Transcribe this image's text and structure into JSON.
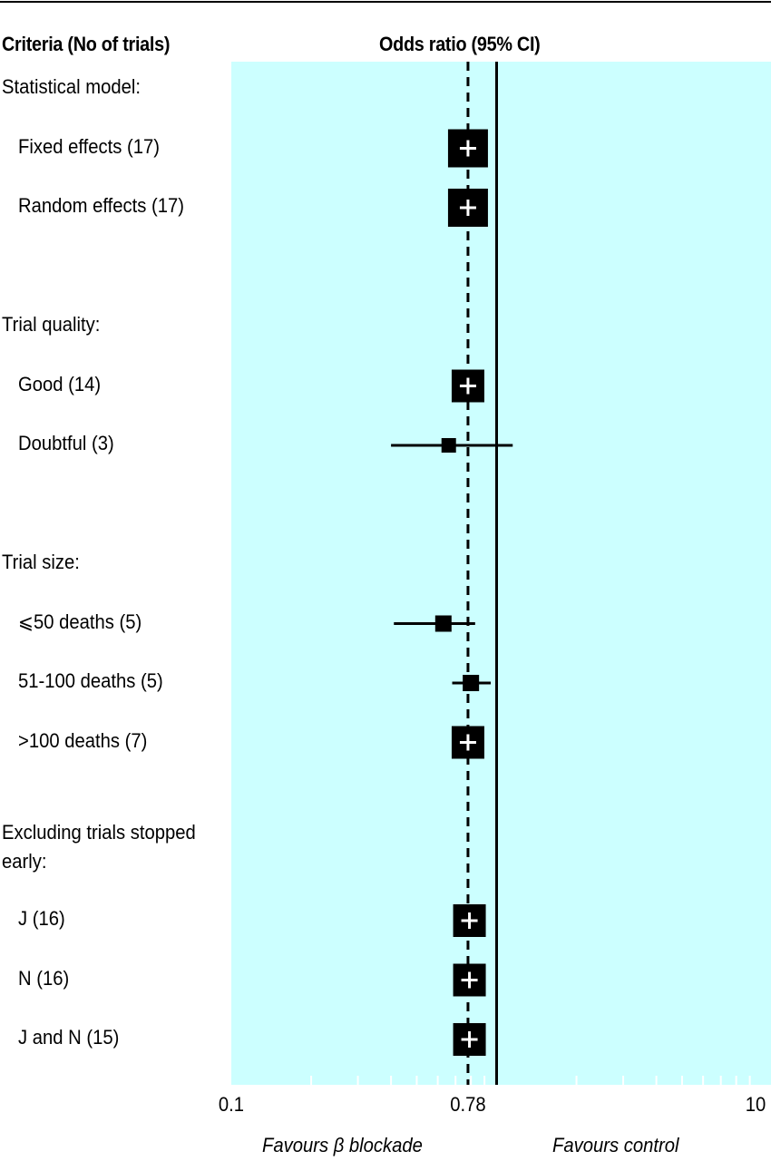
{
  "chart_data": {
    "type": "forest",
    "colors": {
      "panel_background": "#ccffff",
      "marker": "#000000",
      "pooled_cross": "#ffffff"
    },
    "left_column_header": "Criteria (No of trials)",
    "right_column_header": "Odds ratio (95% CI)",
    "x_scale": "log",
    "xlim": [
      0.1,
      10
    ],
    "x_tick_labels": [
      {
        "value": 0.1,
        "label": "0.1"
      },
      {
        "value": 0.78,
        "label": "0.78"
      },
      {
        "value": 10,
        "label": "10"
      }
    ],
    "x_minor_ticks": [
      0.2,
      0.3,
      0.4,
      0.5,
      0.6,
      0.7,
      0.8,
      0.9,
      1,
      2,
      3,
      4,
      5,
      6,
      7,
      8,
      9
    ],
    "reference_line_null": 1,
    "reference_line_pooled": 0.78,
    "favours_left": "Favours β blockade",
    "favours_right": "Favours control",
    "rows": [
      {
        "label": "Statistical model:",
        "kind": "heading"
      },
      {
        "label": "Fixed effects (17)",
        "kind": "pooled",
        "or": 0.78
      },
      {
        "label": "Random effects (17)",
        "kind": "pooled",
        "or": 0.78
      },
      {
        "label": "",
        "kind": "spacer"
      },
      {
        "label": "Trial quality:",
        "kind": "heading"
      },
      {
        "label": "Good (14)",
        "kind": "pooled",
        "or": 0.78
      },
      {
        "label": "Doubtful (3)",
        "kind": "ci",
        "or": 0.66,
        "lo": 0.4,
        "hi": 1.15
      },
      {
        "label": "",
        "kind": "spacer"
      },
      {
        "label": "Trial size:",
        "kind": "heading"
      },
      {
        "label": "⩽50 deaths (5)",
        "kind": "ci",
        "or": 0.63,
        "lo": 0.41,
        "hi": 0.83
      },
      {
        "label": "51-100 deaths (5)",
        "kind": "ci",
        "or": 0.8,
        "lo": 0.68,
        "hi": 0.95
      },
      {
        "label": ">100 deaths (7)",
        "kind": "pooled",
        "or": 0.78
      },
      {
        "label": "",
        "kind": "spacer"
      },
      {
        "label": "Excluding trials stopped early:",
        "kind": "heading_two_line",
        "lines": [
          "Excluding trials stopped",
          "early:"
        ]
      },
      {
        "label": "J (16)",
        "kind": "pooled",
        "or": 0.79
      },
      {
        "label": "N (16)",
        "kind": "pooled",
        "or": 0.79
      },
      {
        "label": "J and N (15)",
        "kind": "pooled",
        "or": 0.79
      }
    ]
  }
}
